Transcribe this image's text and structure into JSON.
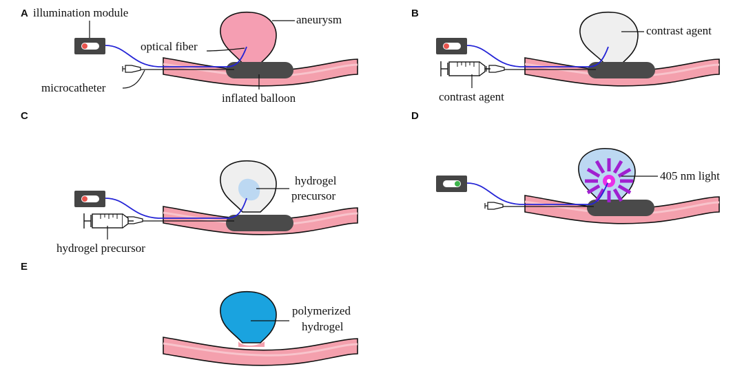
{
  "panels": {
    "a": {
      "letter": "A",
      "labels": {
        "illumination_module": "illumination module",
        "optical_fiber": "optical fiber",
        "aneurysm": "aneurysm",
        "microcatheter": "microcatheter",
        "inflated_balloon": "inflated balloon"
      }
    },
    "b": {
      "letter": "B",
      "labels": {
        "contrast_agent_sac": "contrast agent",
        "contrast_agent_syringe": "contrast agent"
      }
    },
    "c": {
      "letter": "C",
      "labels": {
        "hydrogel_precursor_sac_line1": "hydrogel",
        "hydrogel_precursor_sac_line2": "precursor",
        "hydrogel_precursor_syringe": "hydrogel precursor"
      }
    },
    "d": {
      "letter": "D",
      "labels": {
        "light": "405 nm light"
      }
    },
    "e": {
      "letter": "E",
      "labels": {
        "polymerized_line1": "polymerized",
        "polymerized_line2": "hydrogel"
      }
    }
  },
  "colors": {
    "vessel": "#f4a0ad",
    "vessel_lumen": "#f8c4cc",
    "aneurysm": "#f59eb2",
    "contrast": "#efefef",
    "precursor": "#a8cdee",
    "gel_precursor_sac": "#bcd8f2",
    "polymerized": "#1aa3df",
    "balloon": "#4a4a4a",
    "module": "#454545",
    "led_red": "#e8544e",
    "led_green": "#3cb34a",
    "fiber": "#2424d6",
    "light": "#a020d0",
    "light_core": "#e830e8"
  }
}
